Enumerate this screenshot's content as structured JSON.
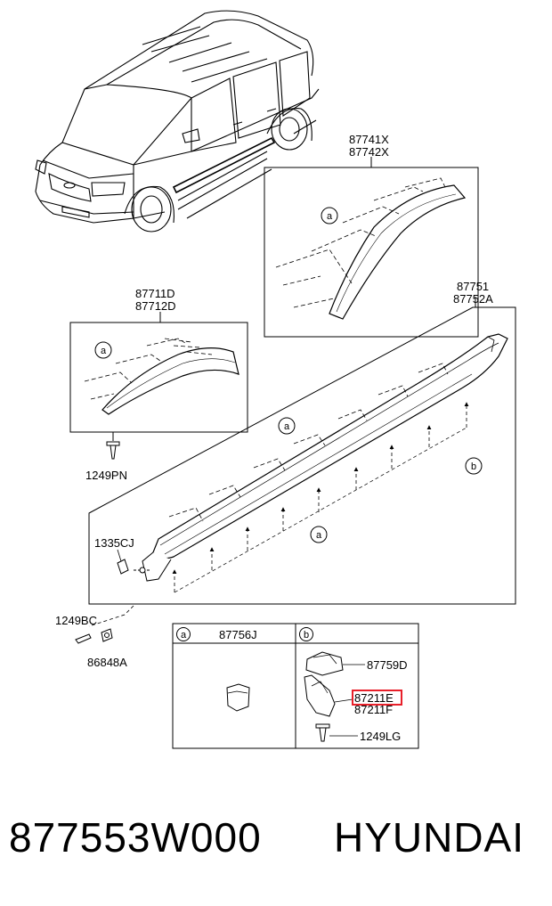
{
  "callouts": {
    "arch_rear_upper": "87741X",
    "arch_rear_lower": "87742X",
    "arch_front_upper": "87711D",
    "arch_front_lower": "87712D",
    "side_sill_upper": "87751",
    "side_sill_lower": "87752A",
    "screw_front": "1249PN",
    "clip_1335": "1335CJ",
    "screw_1249bc": "1249BC",
    "nut_86848": "86848A",
    "clip_87756": "87756J",
    "clip_87759": "87759D",
    "bracket_highlighted": "87211E",
    "bracket_other": "87211F",
    "screw_1249lg": "1249LG"
  },
  "markers": {
    "a": "a",
    "b": "b"
  },
  "highlight_color": "#e8202a",
  "caption": {
    "part_number": "877553W000",
    "brand": "HYUNDAI"
  }
}
